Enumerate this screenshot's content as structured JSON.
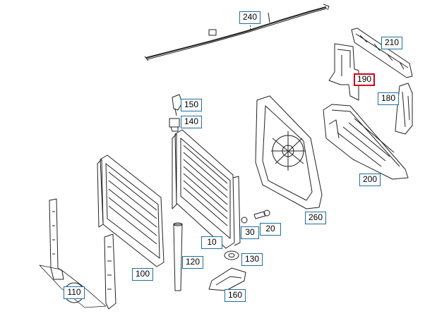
{
  "diagram": {
    "colors": {
      "line": "#222222",
      "callout_border": "#1d6fa0",
      "selected_border": "#d0021b"
    },
    "callouts": [
      {
        "id": "240",
        "label": "240",
        "selected": false
      },
      {
        "id": "210",
        "label": "210",
        "selected": false
      },
      {
        "id": "190",
        "label": "190",
        "selected": true
      },
      {
        "id": "180",
        "label": "180",
        "selected": false
      },
      {
        "id": "150",
        "label": "150",
        "selected": false
      },
      {
        "id": "140",
        "label": "140",
        "selected": false
      },
      {
        "id": "200",
        "label": "200",
        "selected": false
      },
      {
        "id": "260",
        "label": "260",
        "selected": false
      },
      {
        "id": "30",
        "label": "30",
        "selected": false
      },
      {
        "id": "20",
        "label": "20",
        "selected": false
      },
      {
        "id": "10",
        "label": "10",
        "selected": false
      },
      {
        "id": "130",
        "label": "130",
        "selected": false
      },
      {
        "id": "120",
        "label": "120",
        "selected": false
      },
      {
        "id": "100",
        "label": "100",
        "selected": false
      },
      {
        "id": "160",
        "label": "160",
        "selected": false
      },
      {
        "id": "110",
        "label": "110",
        "selected": false
      }
    ]
  }
}
